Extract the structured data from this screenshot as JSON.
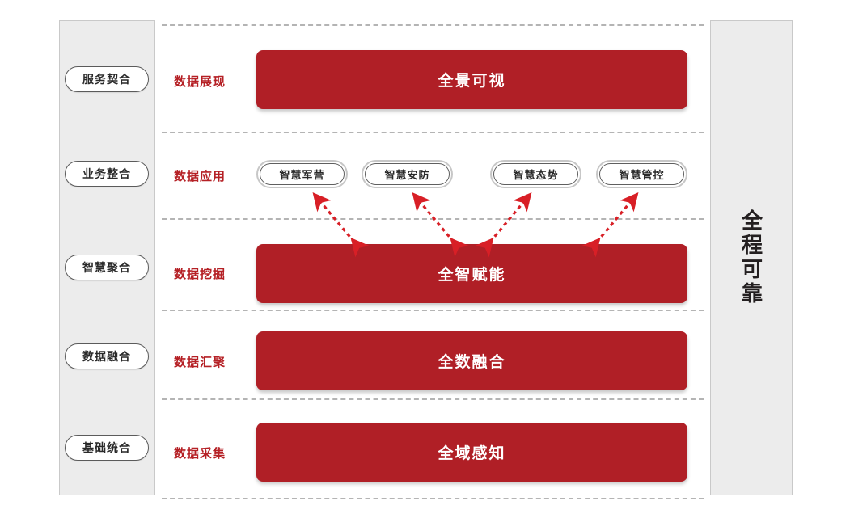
{
  "diagram": {
    "title_vertical": "全程可靠",
    "left_panel": {
      "name": "maturity-stages",
      "stages": [
        {
          "label": "服务契合"
        },
        {
          "label": "业务整合"
        },
        {
          "label": "智慧聚合"
        },
        {
          "label": "数据融合"
        },
        {
          "label": "基础统合"
        }
      ]
    },
    "rows": [
      {
        "label": "数据展现",
        "bar": "全景可视"
      },
      {
        "label": "数据应用",
        "bar": null
      },
      {
        "label": "数据挖掘",
        "bar": "全智赋能"
      },
      {
        "label": "数据汇聚",
        "bar": "全数融合"
      },
      {
        "label": "数据采集",
        "bar": "全域感知"
      }
    ],
    "applications": [
      {
        "label": "智慧军营"
      },
      {
        "label": "智慧安防"
      },
      {
        "label": "智慧态势"
      },
      {
        "label": "智慧管控"
      }
    ],
    "colors": {
      "accent_red": "#b01f26",
      "label_red": "#b52025",
      "panel_gray": "#ececec",
      "panel_border": "#c9c9c9",
      "divider_gray": "#b4b4b4",
      "arrow_red": "#d81f26"
    }
  }
}
